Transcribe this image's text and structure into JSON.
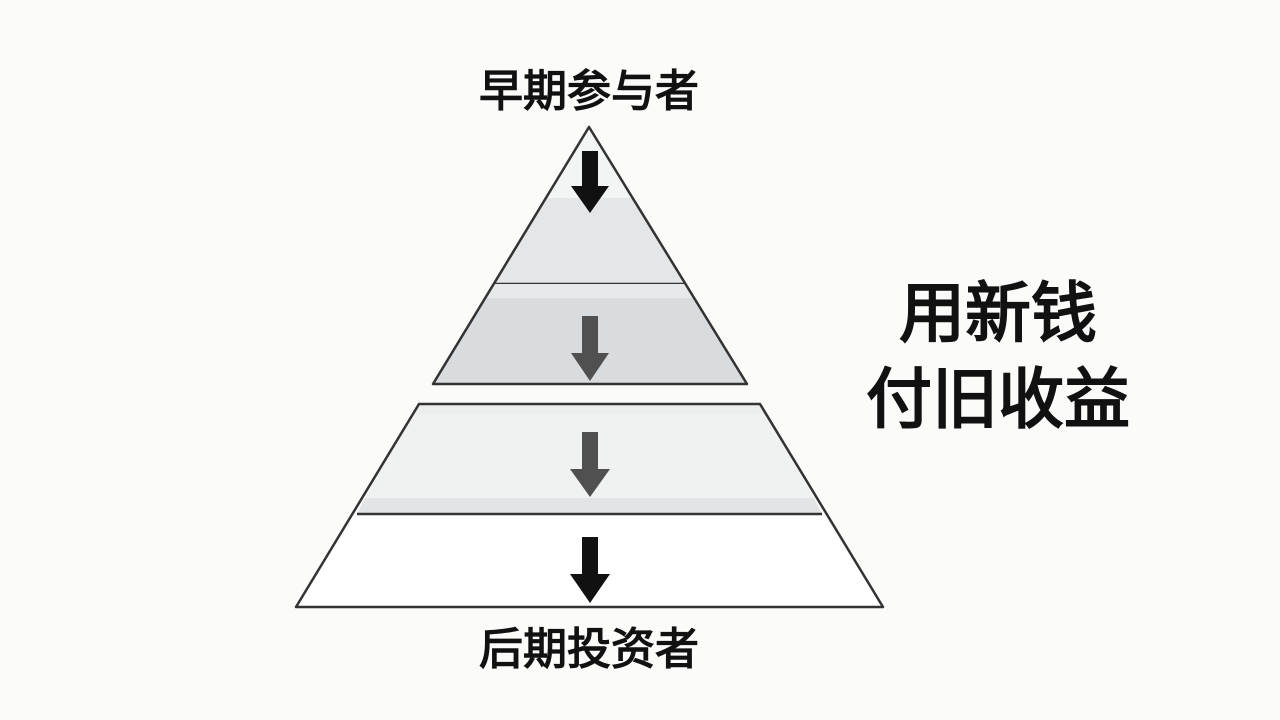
{
  "top_label": "早期参与者",
  "bottom_label": "后期投资者",
  "side_label": {
    "line1": "用新钱",
    "line2": "付旧收益"
  },
  "colors": {
    "background": "#fbfbfa",
    "outline": "#333333",
    "tier_top": "#e4e6e7",
    "tier_upper_mid": "#d9dcde",
    "tier_lower_mid": "#eceeee",
    "tier_bottom": "#ffffff",
    "arrow_dark": "#111111",
    "arrow_gray": "#505050",
    "text": "#111111"
  },
  "icons": [
    "down-arrow-icon"
  ]
}
